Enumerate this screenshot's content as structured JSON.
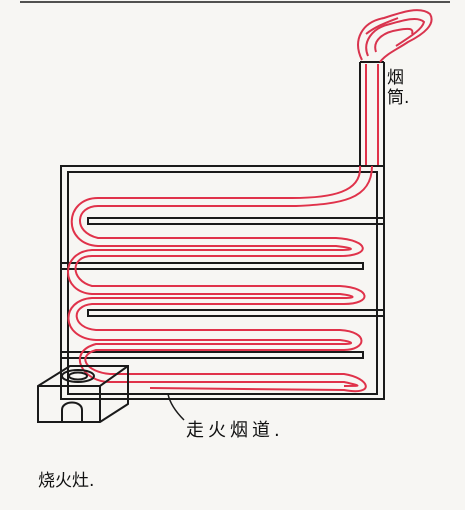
{
  "labels": {
    "chimney": "烟筒.",
    "stove": "烧火灶.",
    "flue": "走火烟道."
  },
  "colors": {
    "ink": "#1a1a1a",
    "flue_line": "#e0324a",
    "smoke": "#d9344e",
    "paper": "#f7f6f3"
  }
}
